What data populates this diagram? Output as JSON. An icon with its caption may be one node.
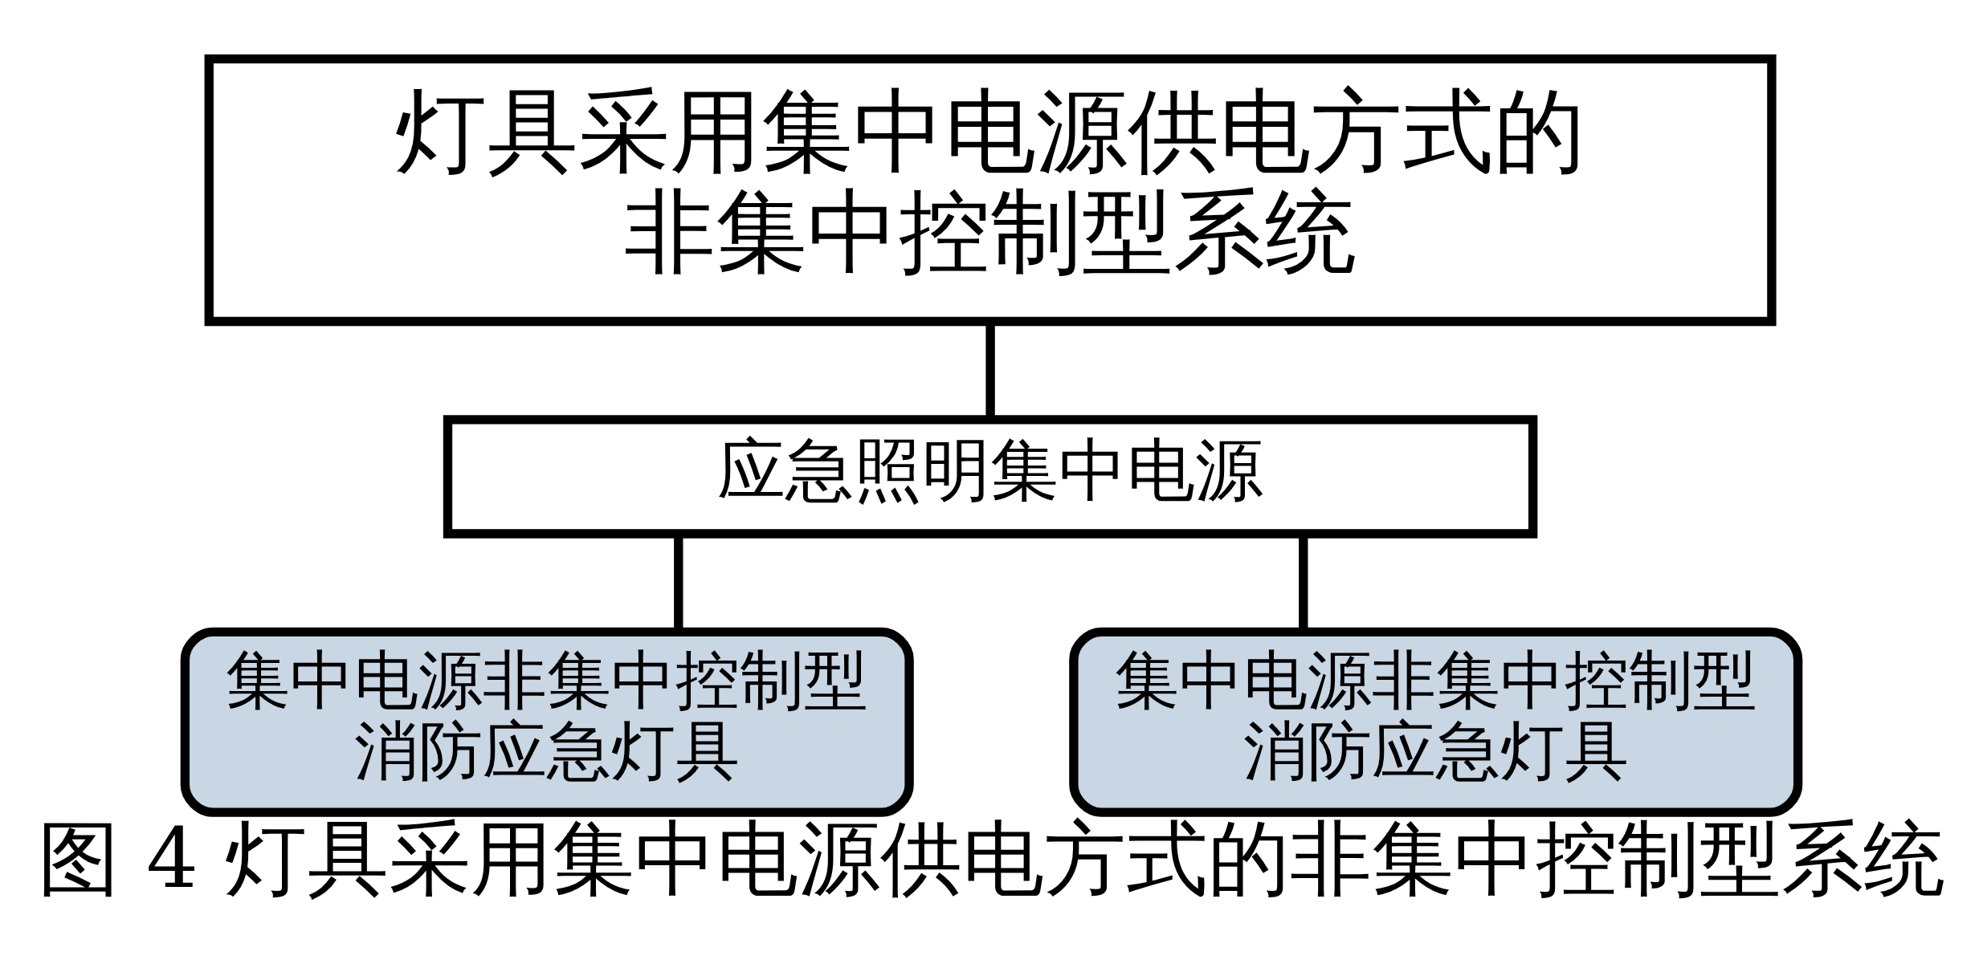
{
  "diagram": {
    "caption": "图 4 灯具采用集中电源供电方式的非集中控制型系统",
    "nodes": [
      {
        "text": [
          "灯具采用集中电源供电方式的非集中控制型系统"
        ]
      },
      {
        "text": [
          "应急照明集中电源"
        ]
      },
      {
        "text": [
          "集中电源非集中控制型消防应急灯具"
        ]
      },
      {
        "text": [
          "集中电源非集中控制型消防应急灯具"
        ]
      }
    ],
    "edges": [
      {
        "from": 0,
        "to": 1,
        "arrow": "none"
      },
      {
        "from": 1,
        "to": 2,
        "arrow": "none"
      },
      {
        "from": 1,
        "to": 3,
        "arrow": "none"
      }
    ]
  }
}
